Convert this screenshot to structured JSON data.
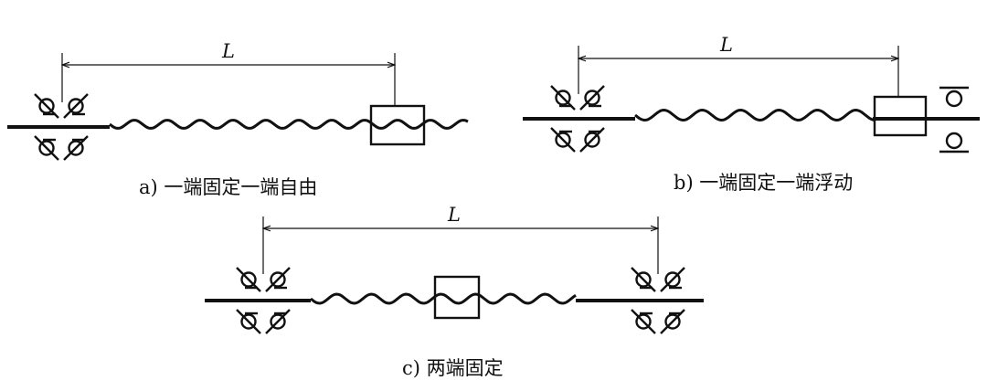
{
  "diagrams": [
    {
      "id": "a",
      "length_label": "L",
      "caption": "a) 一端固定一端自由"
    },
    {
      "id": "b",
      "length_label": "L",
      "caption": "b) 一端固定一端浮动"
    },
    {
      "id": "c",
      "length_label": "L",
      "caption": "c) 两端固定"
    }
  ],
  "colors": {
    "ink": "#111111",
    "background": "#ffffff"
  }
}
